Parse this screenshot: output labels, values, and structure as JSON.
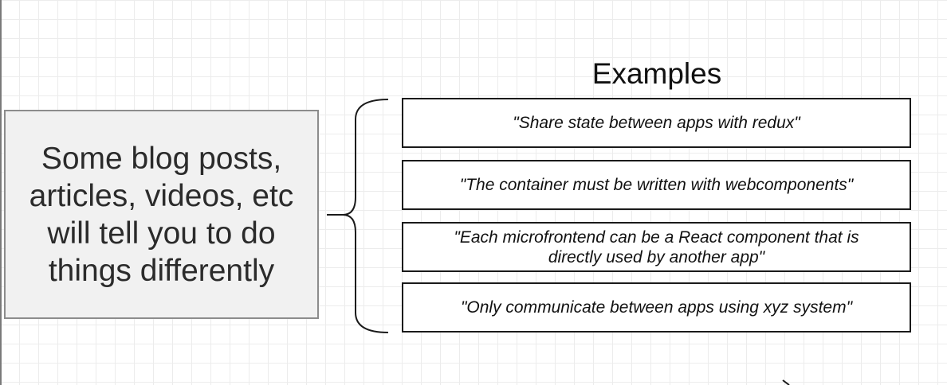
{
  "main_box": {
    "text_lines": [
      "Some blog posts,",
      "articles, videos, etc",
      "will tell you to do",
      "things differently"
    ]
  },
  "examples": {
    "title": "Examples",
    "items": [
      {
        "lines": [
          "\"Share state between apps with redux\""
        ]
      },
      {
        "lines": [
          "\"The container must be written with webcomponents\""
        ]
      },
      {
        "lines": [
          "\"Each microfrontend can be a React component that is",
          "directly used by another app\""
        ]
      },
      {
        "lines": [
          "\"Only communicate between apps using xyz system\""
        ]
      }
    ]
  },
  "colors": {
    "main_box_fill": "#f1f1f1",
    "main_box_border": "#8c8c8c",
    "example_border": "#1a1a1a",
    "grid": "#ececec"
  },
  "icons": {
    "connector": "curly-brace-icon"
  }
}
